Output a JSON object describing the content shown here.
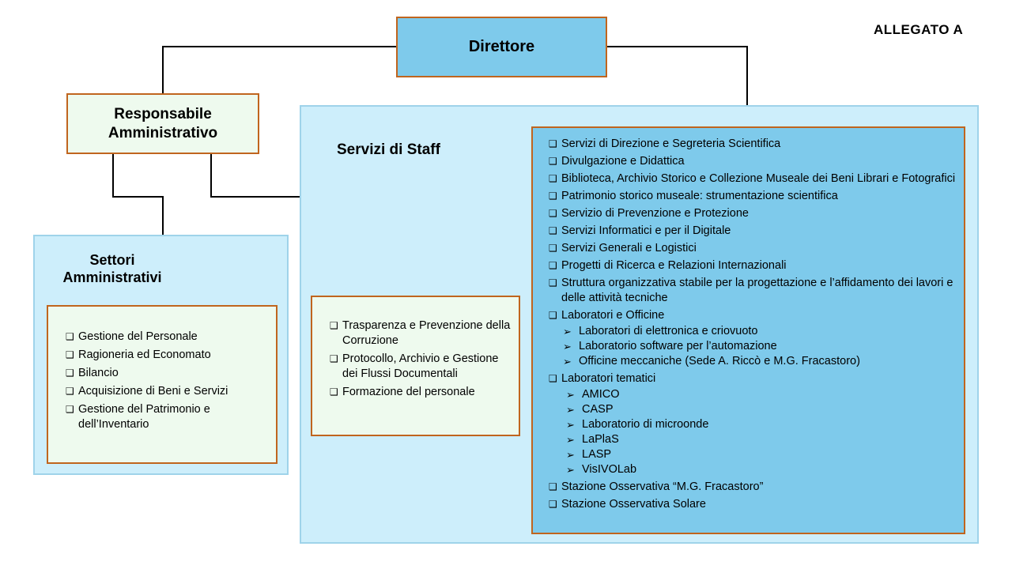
{
  "header": {
    "attachment_label": "ALLEGATO A"
  },
  "director": {
    "label": "Direttore"
  },
  "admin_head": {
    "label_line1": "Responsabile",
    "label_line2": "Amministrativo"
  },
  "admin_sectors": {
    "title_line1": "Settori",
    "title_line2": "Amministrativi",
    "items": [
      "Gestione del Personale",
      "Ragioneria ed Economato",
      "Bilancio",
      "Acquisizione di Beni e Servizi",
      "Gestione del Patrimonio e dell’Inventario"
    ]
  },
  "staff": {
    "title": "Servizi di Staff",
    "admin_linked_items": [
      "Trasparenza e Prevenzione della Corruzione",
      "Protocollo, Archivio e Gestione dei Flussi Documentali",
      "Formazione del personale"
    ],
    "director_linked_items": [
      "Servizi di Direzione e Segreteria Scientifica",
      "Divulgazione e Didattica",
      "Biblioteca, Archivio Storico e Collezione Museale dei Beni Librari e Fotografici",
      "Patrimonio storico museale: strumentazione scientifica",
      "Servizio di Prevenzione e Protezione",
      "Servizi Informatici e per il Digitale",
      "Servizi Generali e Logistici",
      "Progetti di Ricerca e Relazioni Internazionali",
      "Struttura organizzativa stabile per la progettazione e l’affidamento dei lavori e delle attività tecniche"
    ],
    "labs": {
      "label": "Laboratori e Officine",
      "items": [
        "Laboratori di elettronica e criovuoto",
        "Laboratorio software per l’automazione",
        "Officine meccaniche (Sede A. Riccò e M.G. Fracastoro)"
      ]
    },
    "thematic_labs": {
      "label": "Laboratori tematici",
      "items": [
        "AMICO",
        "CASP",
        "Laboratorio di microonde",
        "LaPlaS",
        "LASP",
        "VisIVOLab"
      ]
    },
    "stations": [
      "Stazione Osservativa “M.G. Fracastoro”",
      "Stazione Osservativa Solare"
    ]
  },
  "icons": {
    "list_bullet": "❑",
    "sub_bullet": "➢"
  },
  "colors": {
    "director_fill": "#7ecaeb",
    "panel_fill": "#cdeefb",
    "panel_border": "#9fd3ea",
    "admin_box_fill": "#eefaee",
    "box_border": "#c0651e",
    "connector": "#000000"
  }
}
